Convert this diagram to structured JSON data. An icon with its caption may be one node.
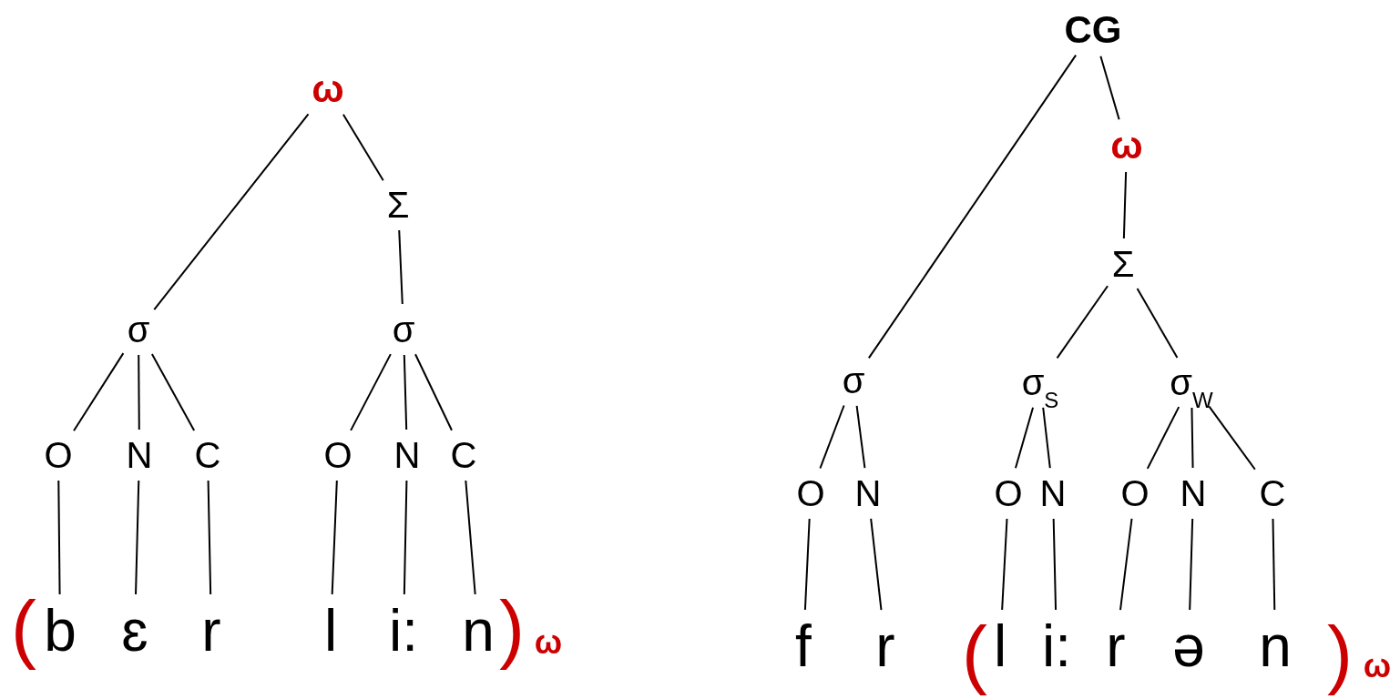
{
  "diagram": {
    "nodes": [
      {
        "text": [
          "ω"
        ]
      },
      {
        "text": [
          "Σ"
        ]
      },
      {
        "text": [
          "σ"
        ]
      },
      {
        "text": [
          "σ"
        ]
      },
      {
        "text": [
          "O"
        ]
      },
      {
        "text": [
          "N"
        ]
      },
      {
        "text": [
          "C"
        ]
      },
      {
        "text": [
          "O"
        ]
      },
      {
        "text": [
          "N"
        ]
      },
      {
        "text": [
          "C"
        ]
      },
      {
        "text": [
          "b"
        ]
      },
      {
        "text": [
          "ɛ"
        ]
      },
      {
        "text": [
          "r"
        ]
      },
      {
        "text": [
          "l"
        ]
      },
      {
        "text": [
          "i:"
        ]
      },
      {
        "text": [
          "n"
        ]
      },
      {
        "text": [
          "CG"
        ]
      },
      {
        "text": [
          "ω"
        ]
      },
      {
        "text": [
          "Σ"
        ]
      },
      {
        "text": [
          "σ"
        ]
      },
      {
        "text": [
          "σ$_{S}$"
        ]
      },
      {
        "text": [
          "σ$_{W}$"
        ]
      },
      {
        "text": [
          "O"
        ]
      },
      {
        "text": [
          "N"
        ]
      },
      {
        "text": [
          "O"
        ]
      },
      {
        "text": [
          "N"
        ]
      },
      {
        "text": [
          "O"
        ]
      },
      {
        "text": [
          "N"
        ]
      },
      {
        "text": [
          "C"
        ]
      },
      {
        "text": [
          "f"
        ]
      },
      {
        "text": [
          "r"
        ]
      },
      {
        "text": [
          "l"
        ]
      },
      {
        "text": [
          "i:"
        ]
      },
      {
        "text": [
          "r"
        ]
      },
      {
        "text": [
          "ə"
        ]
      },
      {
        "text": [
          "n"
        ]
      }
    ],
    "edges": [
      {
        "from": 0,
        "to": 2,
        "arrow": "none"
      },
      {
        "from": 0,
        "to": 1,
        "arrow": "none"
      },
      {
        "from": 1,
        "to": 3,
        "arrow": "none"
      },
      {
        "from": 2,
        "to": 4,
        "arrow": "none"
      },
      {
        "from": 2,
        "to": 5,
        "arrow": "none"
      },
      {
        "from": 2,
        "to": 6,
        "arrow": "none"
      },
      {
        "from": 3,
        "to": 7,
        "arrow": "none"
      },
      {
        "from": 3,
        "to": 8,
        "arrow": "none"
      },
      {
        "from": 3,
        "to": 9,
        "arrow": "none"
      },
      {
        "from": 4,
        "to": 10,
        "arrow": "none"
      },
      {
        "from": 5,
        "to": 11,
        "arrow": "none"
      },
      {
        "from": 6,
        "to": 12,
        "arrow": "none"
      },
      {
        "from": 7,
        "to": 13,
        "arrow": "none"
      },
      {
        "from": 8,
        "to": 14,
        "arrow": "none"
      },
      {
        "from": 9,
        "to": 15,
        "arrow": "none"
      },
      {
        "from": 16,
        "to": 19,
        "arrow": "none"
      },
      {
        "from": 16,
        "to": 17,
        "arrow": "none"
      },
      {
        "from": 17,
        "to": 18,
        "arrow": "none"
      },
      {
        "from": 18,
        "to": 20,
        "arrow": "none"
      },
      {
        "from": 18,
        "to": 21,
        "arrow": "none"
      },
      {
        "from": 19,
        "to": 22,
        "arrow": "none"
      },
      {
        "from": 19,
        "to": 23,
        "arrow": "none"
      },
      {
        "from": 20,
        "to": 24,
        "arrow": "none"
      },
      {
        "from": 20,
        "to": 25,
        "arrow": "none"
      },
      {
        "from": 21,
        "to": 26,
        "arrow": "none"
      },
      {
        "from": 21,
        "to": 27,
        "arrow": "none"
      },
      {
        "from": 21,
        "to": 28,
        "arrow": "none"
      },
      {
        "from": 22,
        "to": 29,
        "arrow": "none"
      },
      {
        "from": 23,
        "to": 30,
        "arrow": "none"
      },
      {
        "from": 24,
        "to": 31,
        "arrow": "none"
      },
      {
        "from": 25,
        "to": 32,
        "arrow": "none"
      },
      {
        "from": 26,
        "to": 33,
        "arrow": "none"
      },
      {
        "from": 27,
        "to": 34,
        "arrow": "none"
      },
      {
        "from": 28,
        "to": 35,
        "arrow": "none"
      }
    ],
    "labels": [
      "(",
      ")",
      "ω",
      "(",
      ")",
      "ω"
    ]
  }
}
